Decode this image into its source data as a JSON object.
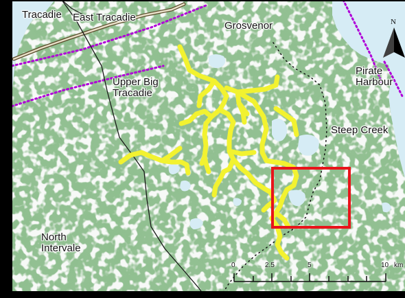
{
  "places": {
    "tracadie": "Tracadie",
    "east_tracadie": "East Tracadie",
    "grosvenor": "Grosvenor",
    "upper_big_tracadie": "Upper Big\nTracadie",
    "pirate_harbour": "Pirate\nHarbour",
    "steep_creek": "Steep Creek",
    "north_intervale": "North\nIntervale"
  },
  "north_arrow": {
    "label": "N"
  },
  "scale_bar": {
    "unit": "km",
    "labels": [
      "0",
      "2.5",
      "5",
      "10"
    ]
  },
  "colors": {
    "land": "#8fbf8f",
    "water": "#d6ecf5",
    "trails": "#f2f230",
    "boundary_dotted": "#b000d8",
    "road": "#1a1a1a",
    "study_area_box": "#e8141a",
    "frame": "#000000"
  }
}
